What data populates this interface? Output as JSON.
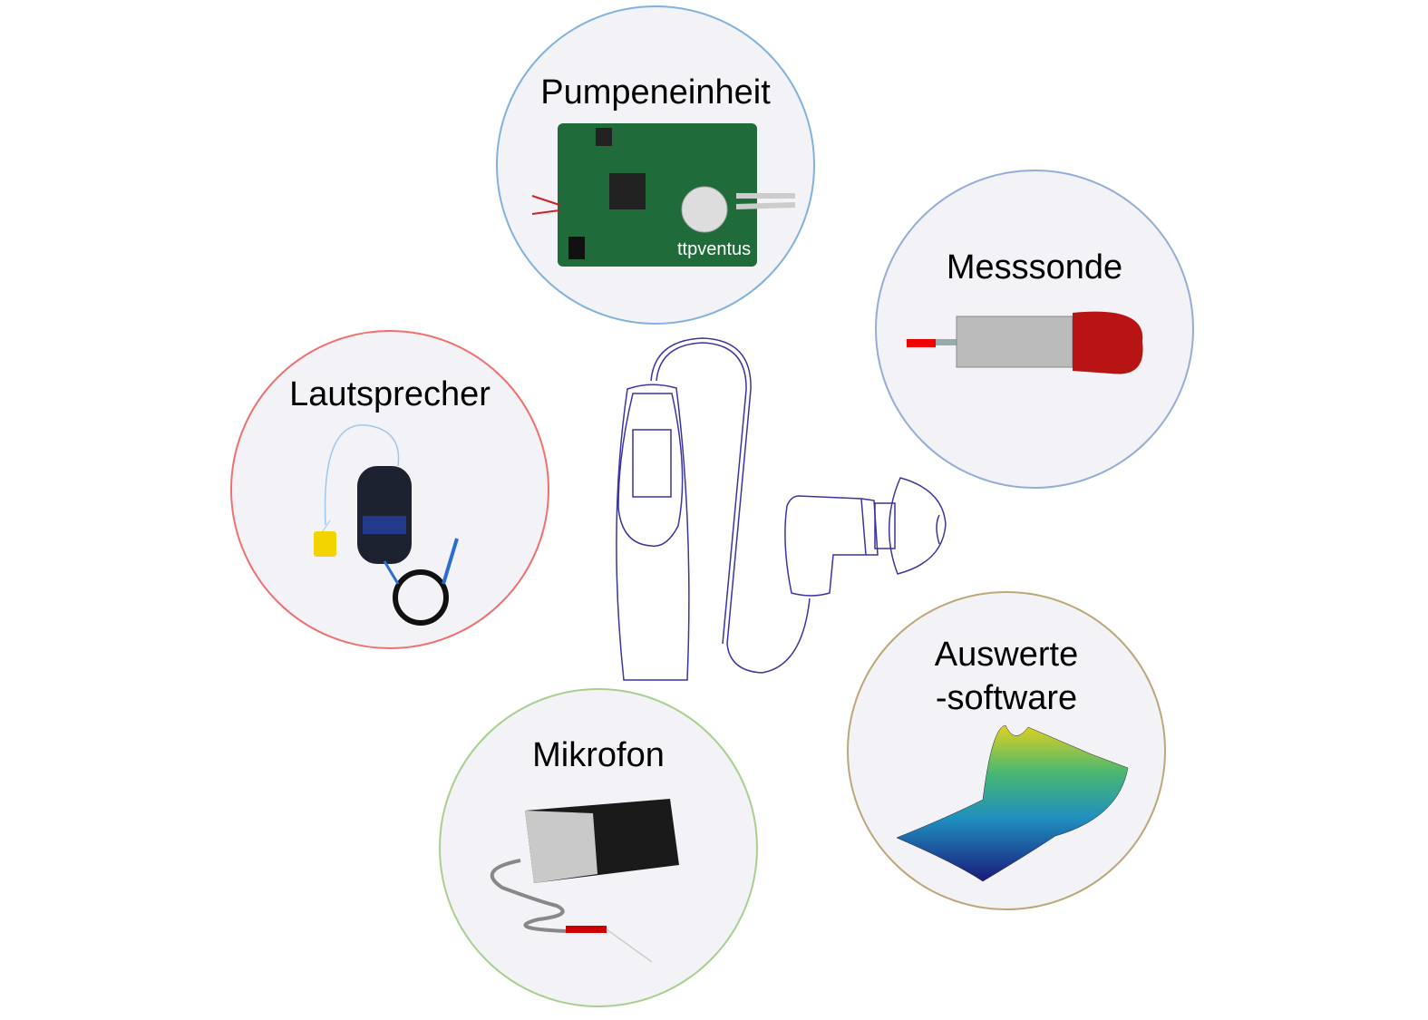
{
  "components": [
    {
      "id": "pump",
      "label": "Pumpeneinheit",
      "color": "#7fb2de"
    },
    {
      "id": "probe",
      "label": "Messsonde",
      "color": "#95acd9"
    },
    {
      "id": "speaker",
      "label": "Lautsprecher",
      "color": "#f07070"
    },
    {
      "id": "mic",
      "label": "Mikrofon",
      "color": "#a9cf8e"
    },
    {
      "id": "software",
      "label_line1": "Auswerte",
      "label_line2": "-software",
      "color": "#bba777"
    }
  ],
  "device_color": "#3a35a0"
}
